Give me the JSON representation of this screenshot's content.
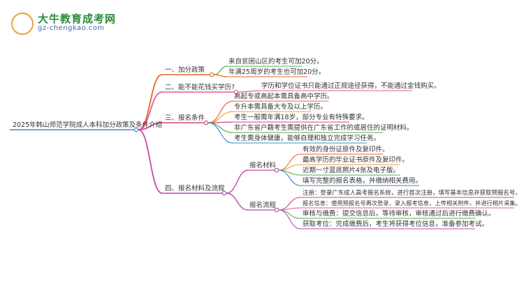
{
  "logo": {
    "title": "大牛教育成考网",
    "url": "gz-chengkao.com",
    "mark": "大牛"
  },
  "root": "2025年韩山师范学院成人本科加分政策及条件介绍",
  "branches": [
    {
      "label": "一、加分政策",
      "color": "#e8642c",
      "leaves": [
        {
          "text": "来自贫困山区的考生可加20分。",
          "color": "#5aab4a"
        },
        {
          "text": "年满25周岁的考生也可加20分。",
          "color": "#e8642c"
        }
      ]
    },
    {
      "label": "二、能不能花钱买学历?",
      "color": "#e85a9a",
      "leaves": [
        {
          "text": "学历和学位证书只能通过正规途径获得，不能通过金钱购买。",
          "color": "#e85a9a"
        }
      ]
    },
    {
      "label": "三、报名条件",
      "color": "#d4447a",
      "leaves": [
        {
          "text": "高起专或高起本需具备高中学历。",
          "color": "#e8642c"
        },
        {
          "text": "专升本需具备大专及以上学历。",
          "color": "#e8a23a"
        },
        {
          "text": "考生一般需年满18岁，部分专业有特殊要求。",
          "color": "#d4447a"
        },
        {
          "text": "非广东省户籍考生需提供在广东省工作的或居住的证明材料。",
          "color": "#5aab4a"
        },
        {
          "text": "考生需身体健康，能够自理和独立完成学习任务。",
          "color": "#3a8ad4"
        }
      ]
    },
    {
      "label": "四、报名材料及流程",
      "color": "#c04aa8",
      "groups": [
        {
          "label": "报名材料",
          "color": "#c04aa8",
          "leaves": [
            {
              "text": "有效的身份证原件及复印件。",
              "color": "#e8642c"
            },
            {
              "text": "最高学历的毕业证书原件及复印件。",
              "color": "#e8a23a"
            },
            {
              "text": "近期一寸蓝底照片4张及电子版。",
              "color": "#5aab4a"
            },
            {
              "text": "填写完整的报名表格，并缴纳相关费用。",
              "color": "#3a8ad4"
            }
          ]
        },
        {
          "label": "报名流程",
          "color": "#c04aa8",
          "leaves": [
            {
              "text": "注册：登录广东成人高考报名系统，进行首次注册，填写基本信息并获取预报名号。",
              "color": "#d4447a"
            },
            {
              "text": "报名信息：使用预报名号再次登录，录入报考信息，上传相关附件，并进行相片采集。",
              "color": "#e85a9a"
            },
            {
              "text": "审核与缴费：提交信息后，等待审核，审核通过后进行缴费确认。",
              "color": "#5aab4a"
            },
            {
              "text": "获取考位：完成缴费后，考生将获得考位信息，准备参加考试。",
              "color": "#c04aa8"
            }
          ]
        }
      ]
    }
  ]
}
